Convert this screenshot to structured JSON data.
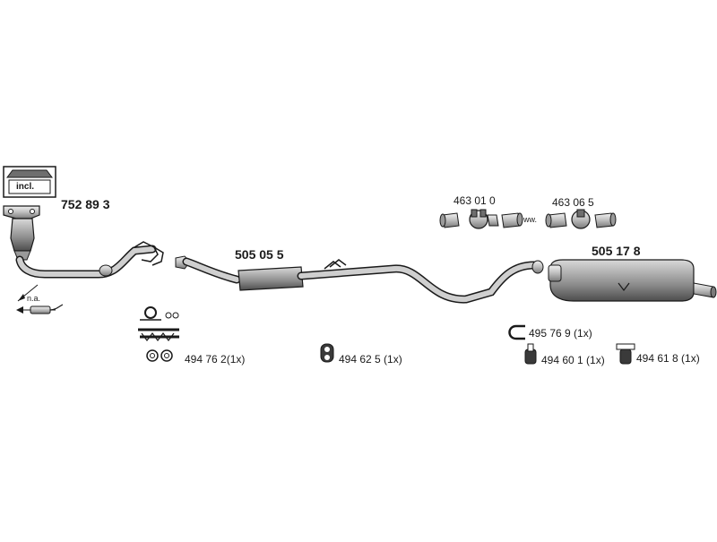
{
  "diagram": {
    "parts": {
      "catalyst": "752 89 3",
      "middle_silencer": "505 05 5",
      "rear_silencer": "505 17 8",
      "clamp_left": "463 01 0",
      "clamp_right": "463 06 5",
      "mount_kit": "494 76 2(1x)",
      "rubber_ring": "494 62 5 (1x)",
      "clip": "495 76 9 (1x)",
      "hanger_a": "494 60 1 (1x)",
      "hanger_b": "494 61 8 (1x)"
    },
    "notes": {
      "included_box": "incl.",
      "not_available": "n.a.",
      "connector": "ww."
    }
  }
}
